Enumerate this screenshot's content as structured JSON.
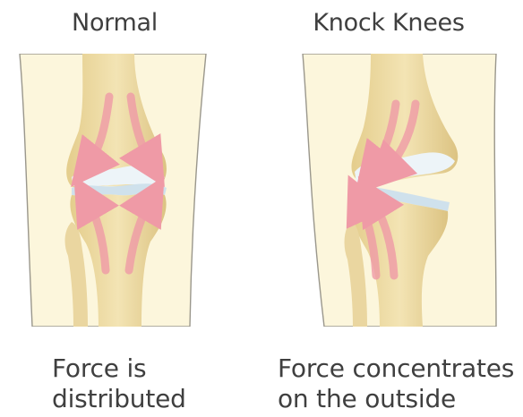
{
  "panels": [
    {
      "title": "Normal",
      "caption_lines": [
        "Force is",
        "distributed"
      ]
    },
    {
      "title": "Knock Knees",
      "caption_lines": [
        "Force concentrates",
        "on the outside"
      ]
    }
  ],
  "colors": {
    "skin": "#fcf6dc",
    "skin_outline": "#8c8a80",
    "bone": "#ecd9a0",
    "bone_shadow": "#d9c07e",
    "cartilage": "#e7f1f7",
    "arrow": "#ef9aa6",
    "text": "#3f3f3f"
  }
}
